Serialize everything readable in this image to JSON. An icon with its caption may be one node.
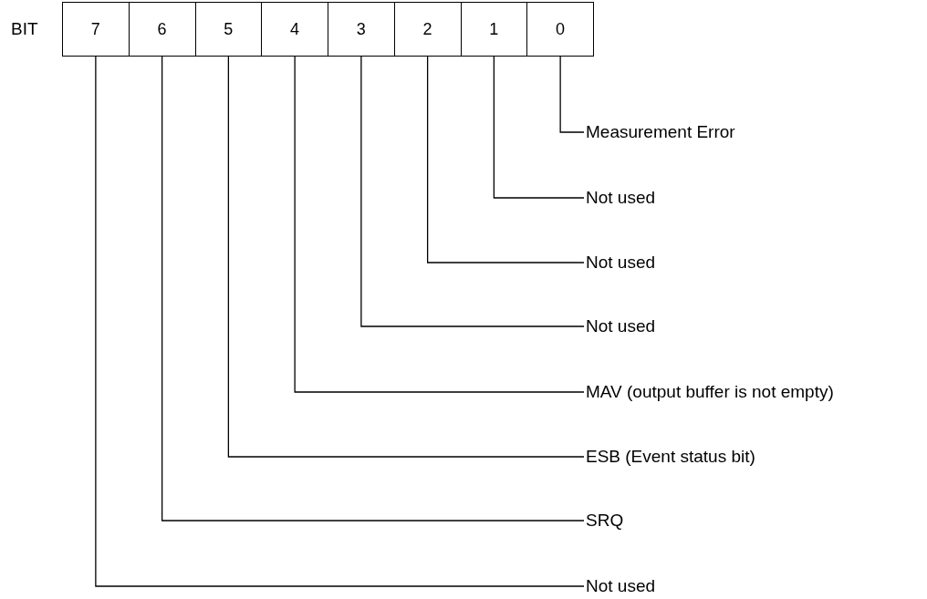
{
  "diagram": {
    "nodes": [
      {
        "text": [
          "7"
        ]
      },
      {
        "text": [
          "6"
        ]
      },
      {
        "text": [
          "5"
        ]
      },
      {
        "text": [
          "4"
        ]
      },
      {
        "text": [
          "3"
        ]
      },
      {
        "text": [
          "2"
        ]
      },
      {
        "text": [
          "1"
        ]
      },
      {
        "text": [
          "0"
        ]
      },
      {
        "text": [
          "Measurement Error"
        ]
      },
      {
        "text": [
          "Not used"
        ]
      },
      {
        "text": [
          "Not used"
        ]
      },
      {
        "text": [
          "Not used"
        ]
      },
      {
        "text": [
          "MAV (output buffer is not empty)"
        ]
      },
      {
        "text": [
          "ESB (Event status bit)"
        ]
      },
      {
        "text": [
          "SRQ"
        ]
      },
      {
        "text": [
          "Not used"
        ]
      }
    ],
    "edges": [
      {
        "from": 7,
        "to": 8,
        "arrow": "none"
      },
      {
        "from": 6,
        "to": 9,
        "arrow": "none"
      },
      {
        "from": 5,
        "to": 10,
        "arrow": "none"
      },
      {
        "from": 4,
        "to": 11,
        "arrow": "none"
      },
      {
        "from": 3,
        "to": 12,
        "arrow": "none"
      },
      {
        "from": 2,
        "to": 13,
        "arrow": "none"
      },
      {
        "from": 1,
        "to": 14,
        "arrow": "none"
      },
      {
        "from": 0,
        "to": 15,
        "arrow": "none"
      }
    ],
    "labels": [
      "BIT"
    ]
  }
}
